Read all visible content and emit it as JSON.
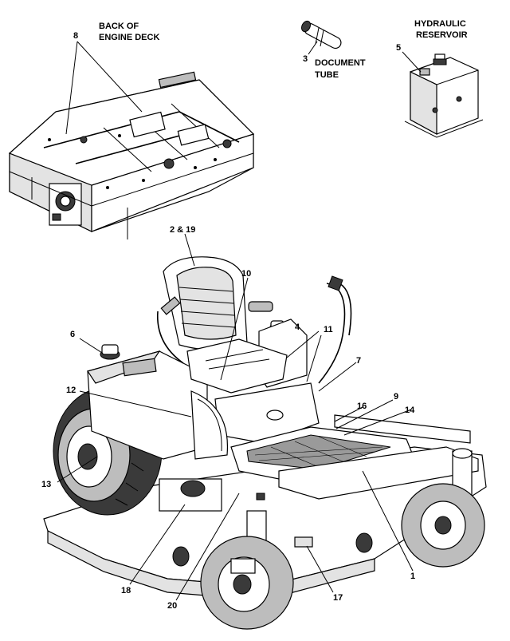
{
  "captions": {
    "back_of_engine_deck": [
      "BACK OF",
      "ENGINE DECK"
    ],
    "hydraulic_reservoir": [
      "HYDRAULIC",
      "RESERVOIR"
    ],
    "document_tube": [
      "DOCUMENT",
      "TUBE"
    ]
  },
  "callouts": [
    {
      "id": "8",
      "text": "8"
    },
    {
      "id": "3",
      "text": "3"
    },
    {
      "id": "5",
      "text": "5"
    },
    {
      "id": "2-19",
      "text": "2 & 19"
    },
    {
      "id": "10",
      "text": "10"
    },
    {
      "id": "6",
      "text": "6"
    },
    {
      "id": "4",
      "text": "4"
    },
    {
      "id": "11",
      "text": "11"
    },
    {
      "id": "7",
      "text": "7"
    },
    {
      "id": "12",
      "text": "12"
    },
    {
      "id": "9",
      "text": "9"
    },
    {
      "id": "16",
      "text": "16"
    },
    {
      "id": "14",
      "text": "14"
    },
    {
      "id": "13",
      "text": "13"
    },
    {
      "id": "1",
      "text": "1"
    },
    {
      "id": "18",
      "text": "18"
    },
    {
      "id": "20",
      "text": "20"
    },
    {
      "id": "17",
      "text": "17"
    }
  ]
}
